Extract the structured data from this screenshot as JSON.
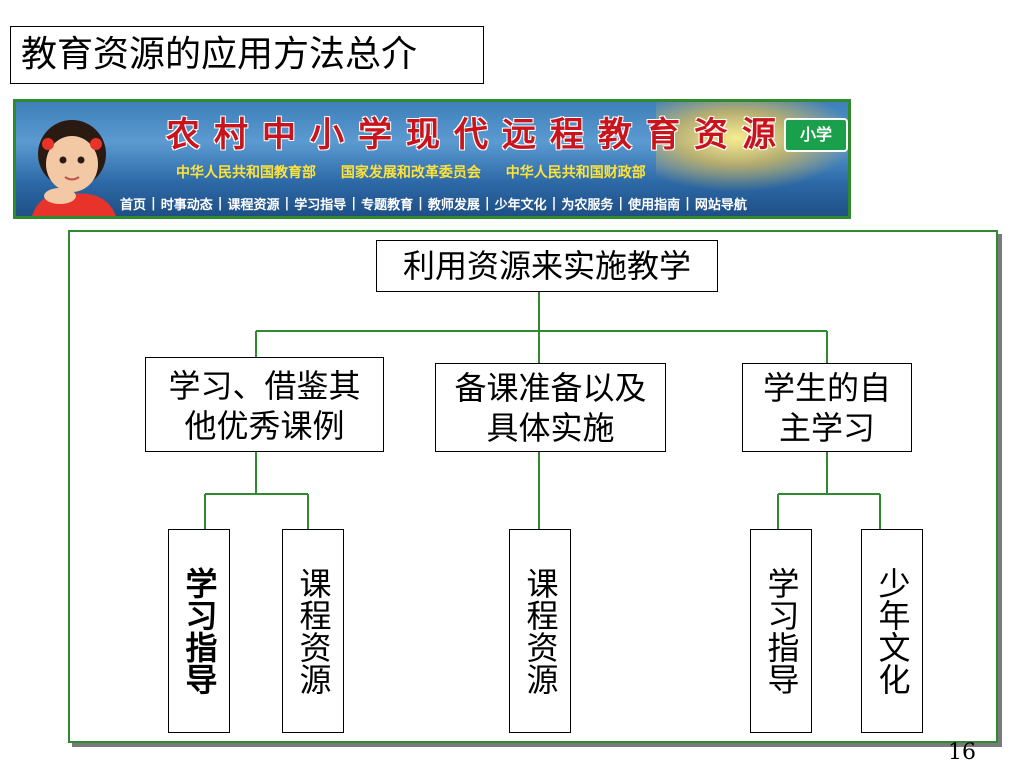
{
  "title": "教育资源的应用方法总介",
  "banner": {
    "title": "农村中小学现代远程教育资源",
    "subtitle": "中华人民共和国教育部 国家发展和改革委员会 中华人民共和国财政部",
    "badge": "小学",
    "nav": [
      "首页",
      "时事动态",
      "课程资源",
      "学习指导",
      "专题教育",
      "教师发展",
      "少年文化",
      "为农服务",
      "使用指南",
      "网站导航"
    ]
  },
  "diagram": {
    "root": "利用资源来实施教学",
    "branches": [
      {
        "label": "学习、借鉴其他优秀课例",
        "leaves": [
          "学习指导",
          "课程资源"
        ]
      },
      {
        "label": "备课准备以及具体实施",
        "leaves": [
          "课程资源"
        ]
      },
      {
        "label": "学生的自主学习",
        "leaves": [
          "学习指导",
          "少年文化"
        ]
      }
    ]
  },
  "page_number": "16",
  "colors": {
    "frame": "#2f8a2f",
    "connector": "#2f8a2f",
    "banner_title": "#c8141c"
  }
}
